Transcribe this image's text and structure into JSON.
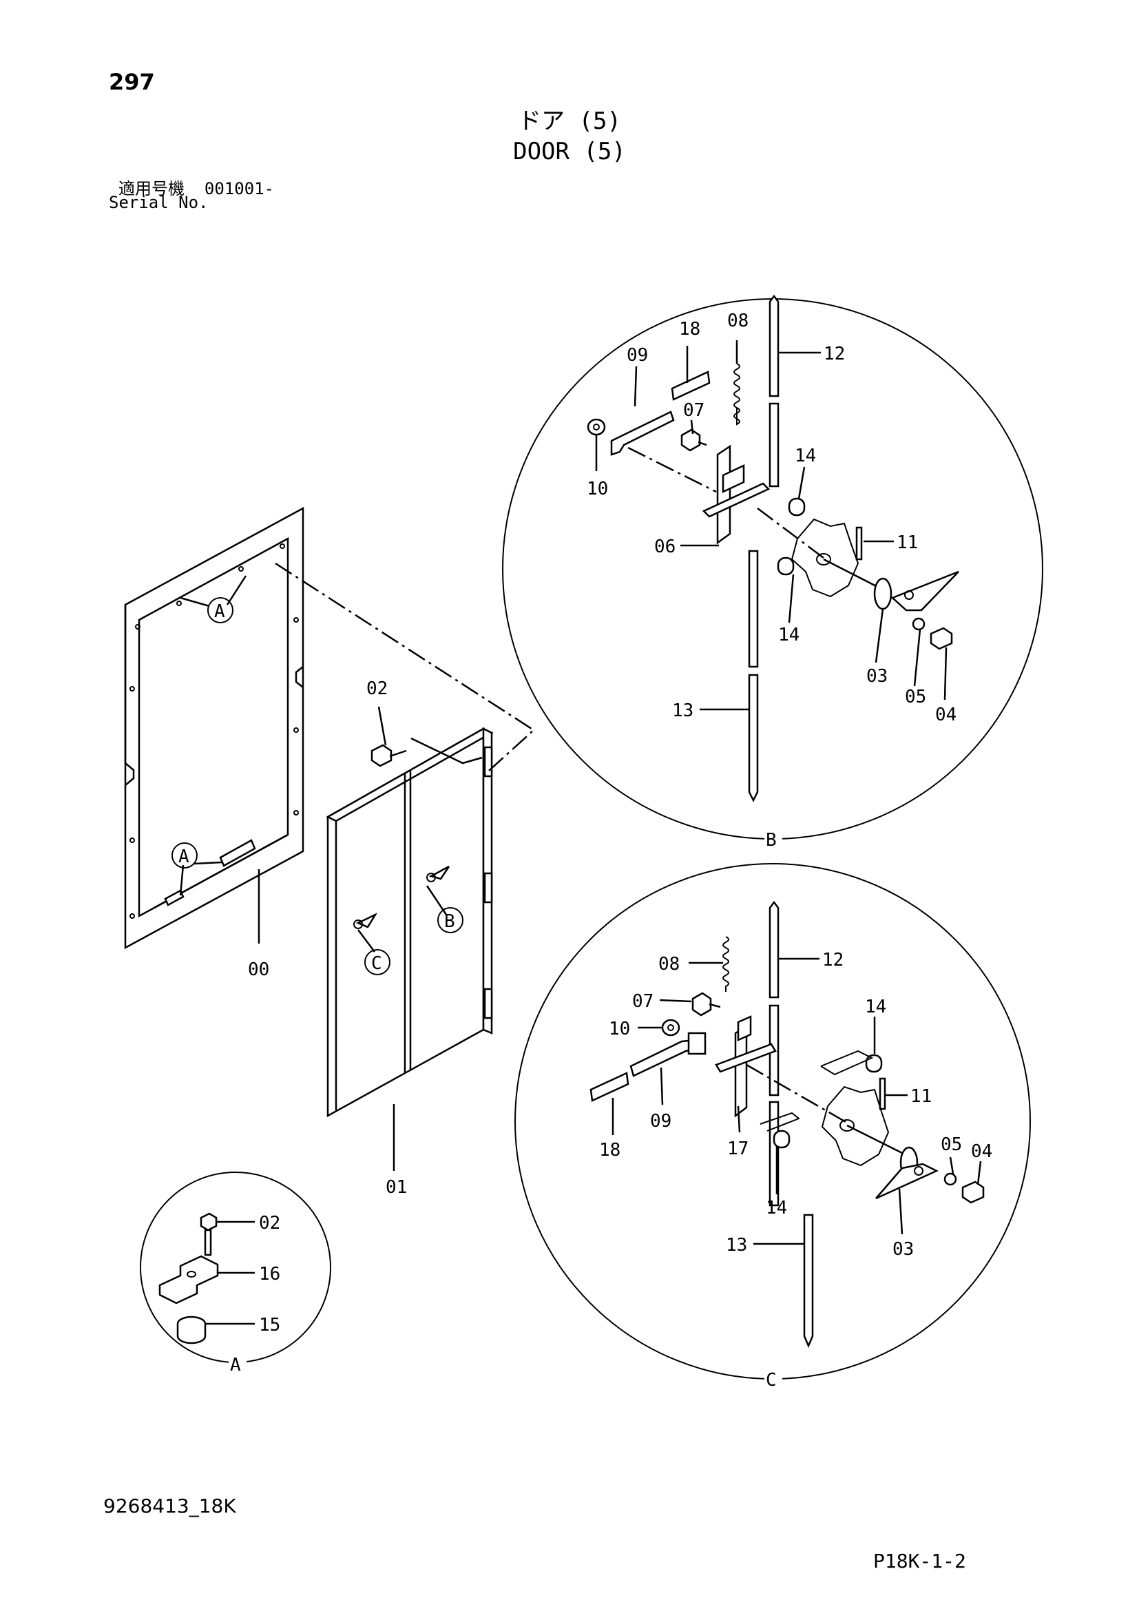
{
  "header": {
    "page_number": "297",
    "title_jp": "ドア (5)",
    "title_en": "DOOR (5)",
    "serial_label_jp": "適用号機",
    "serial_value": "001001-",
    "serial_label_en": "Serial No."
  },
  "footer": {
    "drawing_number": "9268413_18K",
    "page_ref": "P18K-1-2"
  },
  "views": {
    "detail_A": "A",
    "detail_B": "B",
    "detail_C": "C"
  },
  "callouts": {
    "main": [
      "A",
      "A",
      "B",
      "C"
    ],
    "part_numbers": {
      "frame": "00",
      "door": "01",
      "bolt": "02",
      "handle": "03",
      "screw": "04",
      "lock_washer": "05",
      "bracket": "06",
      "bolt_07": "07",
      "spring": "08",
      "latch_plate": "09",
      "washer": "10",
      "pin": "11",
      "rod_upper": "12",
      "rod_lower": "13",
      "cap": "14",
      "rubber_stopper": "15",
      "stopper_bracket": "16",
      "bracket_17": "17",
      "pad": "18"
    }
  }
}
